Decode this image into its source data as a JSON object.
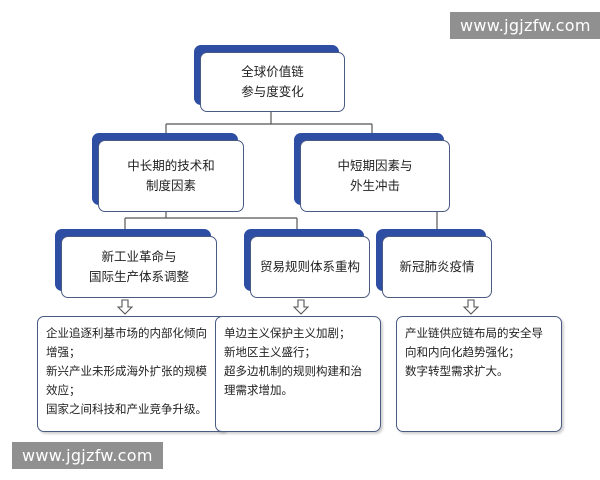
{
  "watermark": {
    "text": "www.jgjzfw.com"
  },
  "root": {
    "label": "全球价值链\n参与度变化"
  },
  "factors": [
    {
      "label": "中长期的技术和\n制度因素"
    },
    {
      "label": "中短期因素与\n外生冲击"
    }
  ],
  "subfactors": [
    {
      "label": "新工业革命与\n国际生产体系调整"
    },
    {
      "label": "贸易规则体系重构"
    },
    {
      "label": "新冠肺炎疫情"
    }
  ],
  "details": [
    {
      "lines": [
        "企业追逐利基市场的内部化倾向增强；",
        "新兴产业未形成海外扩张的规模效应；",
        "国家之间科技和产业竞争升级。"
      ]
    },
    {
      "lines": [
        "单边主义保护主义加剧；",
        "新地区主义盛行；",
        "超多边机制的规则构建和治理需求增加。"
      ]
    },
    {
      "lines": [
        "产业链供应链布局的安全导向和内向化趋势强化；",
        "数字转型需求扩大。"
      ]
    }
  ],
  "colors": {
    "accent": "#2d4ea3",
    "border": "#4a5b82",
    "connector": "#555555"
  }
}
